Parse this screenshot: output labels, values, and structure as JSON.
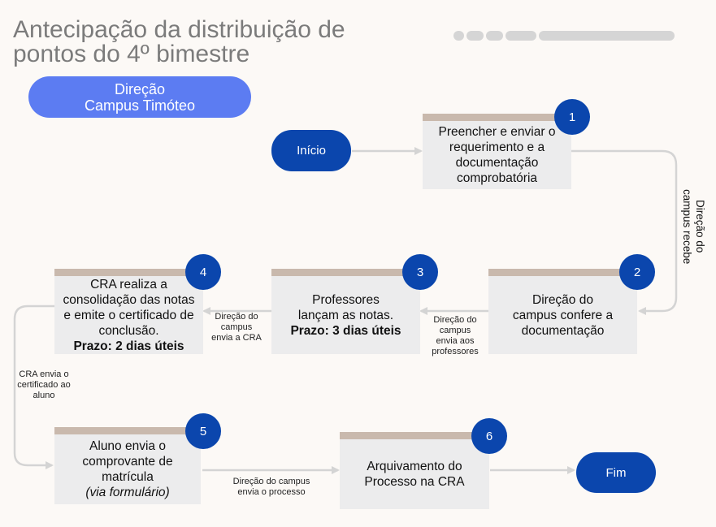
{
  "title": {
    "line1": "Antecipação da distribuição de",
    "line2": "pontos do 4º bimestre"
  },
  "campus": {
    "line1": "Direção",
    "line2": "Campus Timóteo"
  },
  "start_label": "Início",
  "end_label": "Fim",
  "steps": [
    {
      "number": "1",
      "lines": [
        "Preencher e enviar o",
        "requerimento e a",
        "documentação",
        "comprobatória"
      ]
    },
    {
      "number": "2",
      "lines": [
        "Direção do",
        "campus confere a",
        "documentação"
      ]
    },
    {
      "number": "3",
      "lines": [
        "Professores",
        "lançam as notas."
      ],
      "deadline": "Prazo: 3 dias úteis"
    },
    {
      "number": "4",
      "lines": [
        "CRA realiza a",
        "consolidação das notas",
        "e emite o certificado de",
        "conclusão."
      ],
      "deadline": "Prazo: 2 dias úteis"
    },
    {
      "number": "5",
      "lines": [
        "Aluno envia o",
        "comprovante de",
        "matrícula"
      ],
      "note": "(via formulário)"
    },
    {
      "number": "6",
      "lines": [
        "Arquivamento do",
        "Processo na CRA"
      ]
    }
  ],
  "connectors": {
    "c1_2": [
      "Direção do",
      "campus recebe"
    ],
    "c2_3": [
      "Direção do",
      "campus",
      "envia aos",
      "professores"
    ],
    "c3_4": [
      "Direção do",
      "campus",
      "envia a CRA"
    ],
    "c4_5": [
      "CRA envia o",
      "certificado ao",
      "aluno"
    ],
    "c5_6": [
      "Direção do campus",
      "envia o processo"
    ]
  },
  "colors": {
    "background": "#fcf9f6",
    "title": "#7b7b7b",
    "campus_pill": "#5c7cf2",
    "terminal": "#0b46ad",
    "badge": "#0b46ad",
    "box": "#ececed",
    "box_top": "#c9b9ad",
    "connector": "#d4d4d4"
  }
}
